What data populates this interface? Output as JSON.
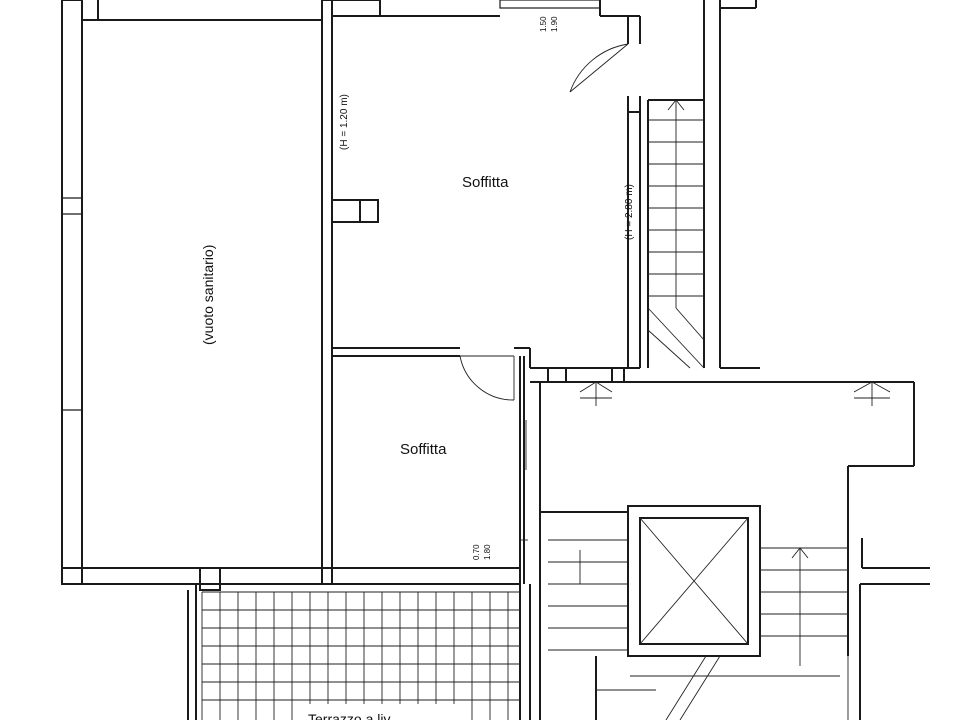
{
  "plan": {
    "rooms": {
      "soffitta_upper": "Soffitta",
      "soffitta_lower": "Soffitta",
      "vuoto": "(vuoto sanitario)"
    },
    "heights": {
      "h_upper_left": "(H = 1.20 m)",
      "h_upper_right": "(H = 2.80 m)"
    },
    "dims": {
      "window_upper_a": "1.50",
      "window_upper_b": "1.90",
      "window_lower_a": "0.70",
      "window_lower_b": "1.80"
    },
    "terrace_label": "Terrazzo a liv"
  }
}
